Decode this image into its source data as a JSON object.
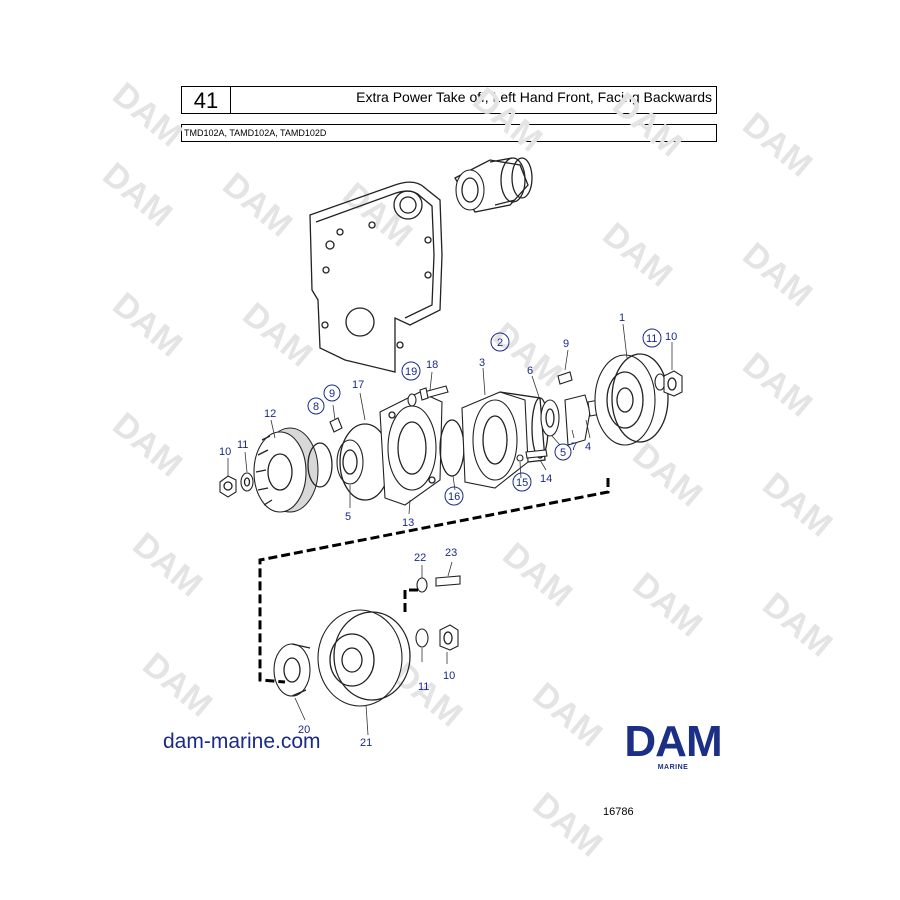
{
  "header": {
    "page_number": "41",
    "title": "Extra Power Take off, Left Hand Front, Facing Backwards",
    "models": "TMD102A, TAMD102A, TAMD102D"
  },
  "watermark": {
    "text": "DAM"
  },
  "callouts": {
    "c1": "1",
    "c2": "2",
    "c3": "3",
    "c4": "4",
    "c5a": "5",
    "c5b": "5",
    "c6": "6",
    "c7": "7",
    "c8": "8",
    "c9a": "9",
    "c9b": "9",
    "c10a": "10",
    "c10b": "10",
    "c10c": "10",
    "c11a": "11",
    "c11b": "11",
    "c11c": "11",
    "c12": "12",
    "c13": "13",
    "c14": "14",
    "c15": "15",
    "c16": "16",
    "c17": "17",
    "c18": "18",
    "c19": "19",
    "c20": "20",
    "c21": "21",
    "c22": "22",
    "c23": "23"
  },
  "footer": {
    "website": "dam-marine.com",
    "logo_text": "DAM",
    "logo_subtext": "MARINE",
    "figure_code": "16786"
  },
  "colors": {
    "label_blue": "#1a2a8a",
    "logo_blue": "#1b2f86",
    "watermark_gray": "#e4e4e4"
  }
}
